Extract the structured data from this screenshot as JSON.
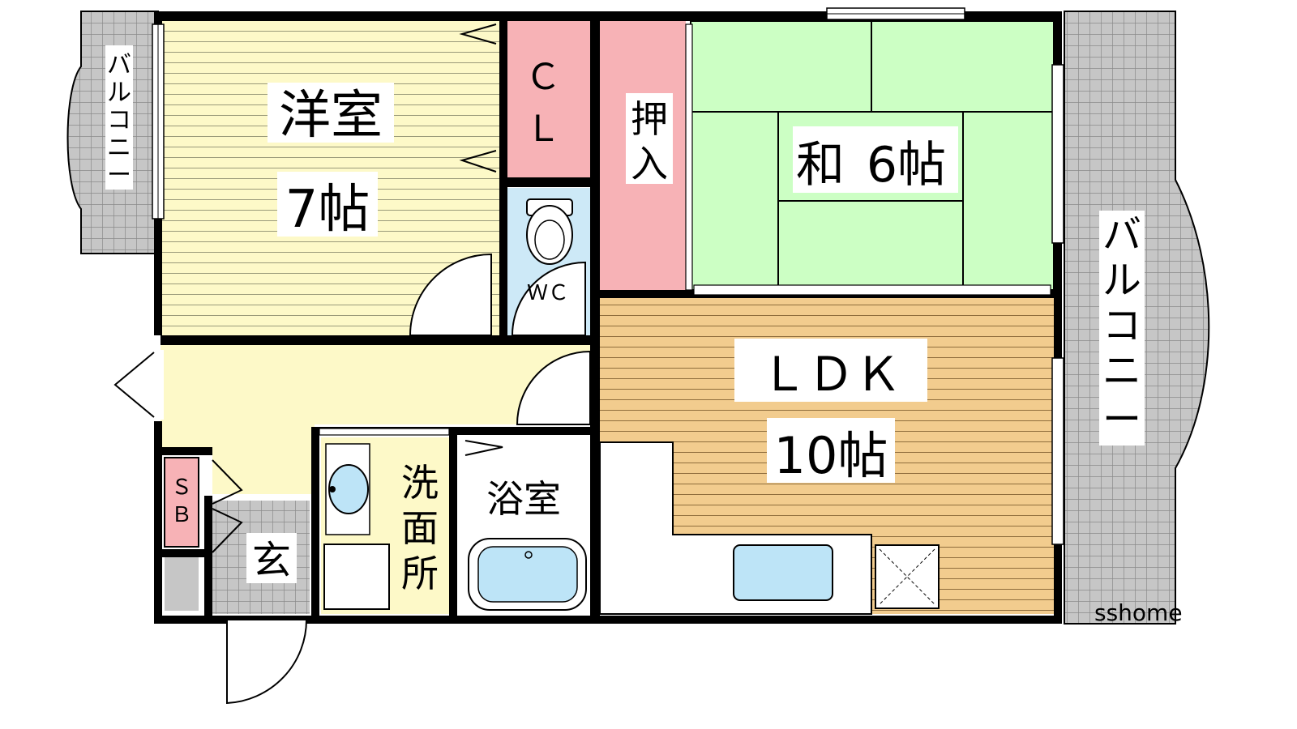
{
  "rooms": {
    "western_room": {
      "name": "洋室",
      "size": "7帖"
    },
    "japanese_room": {
      "name": "和",
      "size": "6帖"
    },
    "ldk": {
      "name": "ＬＤＫ",
      "size": "10帖"
    },
    "closet": {
      "line1": "Ｃ",
      "line2": "Ｌ"
    },
    "oshiire": {
      "line1": "押",
      "line2": "入"
    },
    "toilet": {
      "name": "ＷＣ"
    },
    "bath": {
      "name": "浴室"
    },
    "washroom": {
      "line1": "洗",
      "line2": "面",
      "line3": "所"
    },
    "entrance": {
      "name": "玄"
    },
    "shoe_box": {
      "line1": "Ｓ",
      "line2": "Ｂ"
    },
    "balcony_left": {
      "chars": [
        "バ",
        "ル",
        "コ",
        "ニ",
        "ー"
      ]
    },
    "balcony_right": {
      "chars": [
        "バ",
        "ル",
        "コ",
        "ニ",
        "ー"
      ]
    }
  },
  "watermark": "sshome",
  "colors": {
    "western_floor": "#fdf9c8",
    "tatami": "#ccffc4",
    "ldk_floor": "#f2cc8e",
    "storage": "#f7b2b6",
    "water": "#cde9f7",
    "fixture": "#bde4f7",
    "hall": "#fdf9c8",
    "balcony": "#c8c8c8",
    "wall": "#000000"
  }
}
